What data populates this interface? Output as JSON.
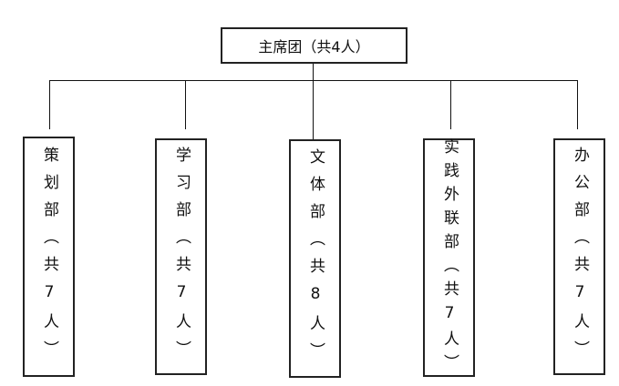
{
  "root": {
    "label": "主席团（共4人）"
  },
  "departments": [
    {
      "label": "策划部（共7人）"
    },
    {
      "label": "学习部（共7人）"
    },
    {
      "label": "文体部（共8人）"
    },
    {
      "label": "实践外联部（共7人）"
    },
    {
      "label": "办公部（共7人）"
    }
  ]
}
